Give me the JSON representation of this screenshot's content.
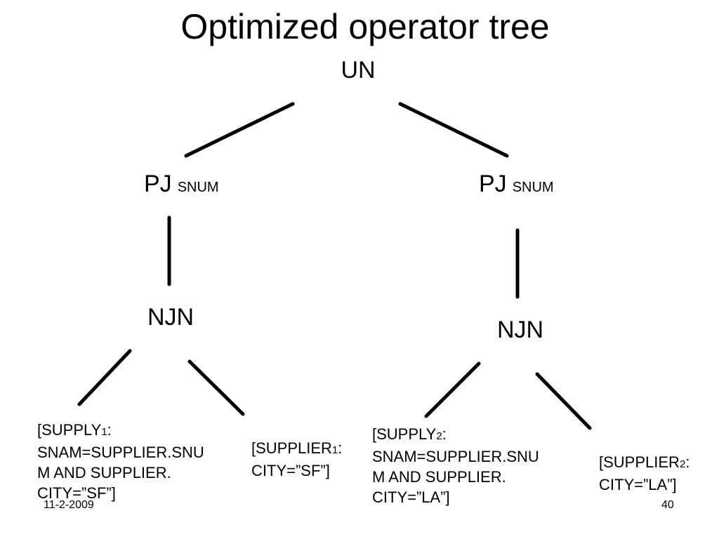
{
  "title": "Optimized operator tree",
  "root": {
    "label": "UN"
  },
  "left": {
    "project": {
      "label": "PJ",
      "sub": "SNUM"
    },
    "join": {
      "label": "NJN"
    },
    "leaf_a": {
      "line1_a": "[SUPPLY",
      "line1_idx": "1",
      "line1_b": ":",
      "line2": "SNAM=SUPPLIER.SNU",
      "line3": "M AND SUPPLIER.",
      "line4": "CITY=”SF”]"
    },
    "leaf_b": {
      "line1_a": "[SUPPLIER",
      "line1_idx": "1",
      "line1_b": ":",
      "line2": "CITY=”SF”]"
    }
  },
  "right": {
    "project": {
      "label": "PJ",
      "sub": "SNUM"
    },
    "join": {
      "label": "NJN"
    },
    "leaf_a": {
      "line1_a": "[SUPPLY",
      "line1_idx": "2",
      "line1_b": ":",
      "line2": "SNAM=SUPPLIER.SNU",
      "line3": "M AND SUPPLIER.",
      "line4": "CITY=”LA”]"
    },
    "leaf_b": {
      "line1_a": "[SUPPLIER",
      "line1_idx": "2",
      "line1_b": ":",
      "line2": "CITY=”LA”]"
    }
  },
  "footer": {
    "date": "11-2-2009",
    "page": "40"
  }
}
